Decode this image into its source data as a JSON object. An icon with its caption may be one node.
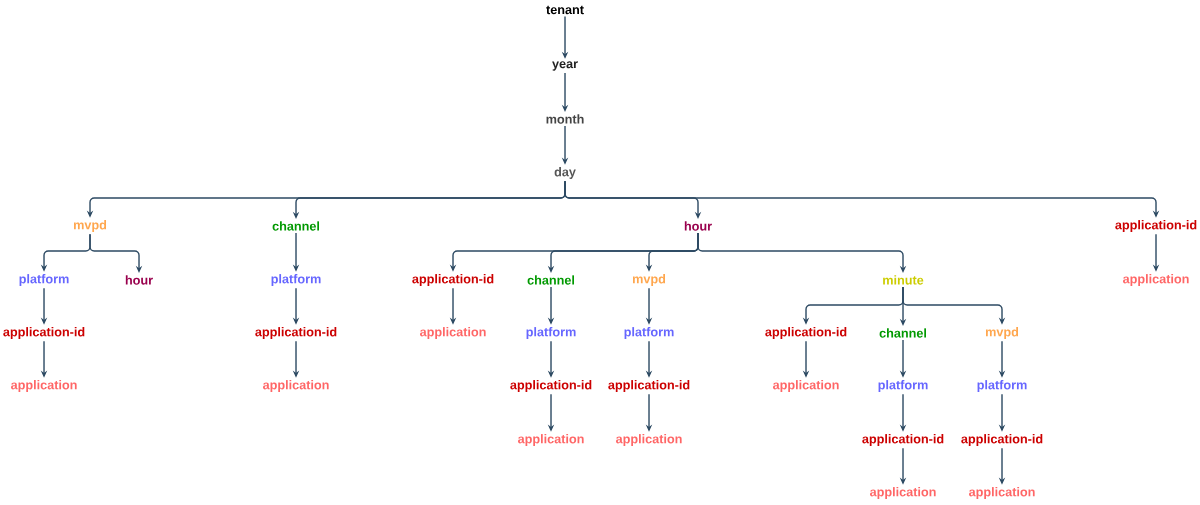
{
  "diagram": {
    "nodes": [
      {
        "text": [
          "tenant"
        ]
      },
      {
        "text": [
          "year"
        ]
      },
      {
        "text": [
          "month"
        ]
      },
      {
        "text": [
          "day"
        ]
      },
      {
        "text": [
          "mvpd"
        ]
      },
      {
        "text": [
          "channel"
        ]
      },
      {
        "text": [
          "hour"
        ]
      },
      {
        "text": [
          "application-id"
        ]
      },
      {
        "text": [
          "platform"
        ]
      },
      {
        "text": [
          "hour"
        ]
      },
      {
        "text": [
          "platform"
        ]
      },
      {
        "text": [
          "application-id"
        ]
      },
      {
        "text": [
          "channel"
        ]
      },
      {
        "text": [
          "mvpd"
        ]
      },
      {
        "text": [
          "minute"
        ]
      },
      {
        "text": [
          "application"
        ]
      },
      {
        "text": [
          "application-id"
        ]
      },
      {
        "text": [
          "application-id"
        ]
      },
      {
        "text": [
          "application"
        ]
      },
      {
        "text": [
          "platform"
        ]
      },
      {
        "text": [
          "platform"
        ]
      },
      {
        "text": [
          "application-id"
        ]
      },
      {
        "text": [
          "channel"
        ]
      },
      {
        "text": [
          "mvpd"
        ]
      },
      {
        "text": [
          "application"
        ]
      },
      {
        "text": [
          "application"
        ]
      },
      {
        "text": [
          "application-id"
        ]
      },
      {
        "text": [
          "application-id"
        ]
      },
      {
        "text": [
          "application"
        ]
      },
      {
        "text": [
          "platform"
        ]
      },
      {
        "text": [
          "platform"
        ]
      },
      {
        "text": [
          "application"
        ]
      },
      {
        "text": [
          "application"
        ]
      },
      {
        "text": [
          "application-id"
        ]
      },
      {
        "text": [
          "application-id"
        ]
      },
      {
        "text": [
          "application"
        ]
      },
      {
        "text": [
          "application"
        ]
      }
    ],
    "edges": [
      {
        "from": 0,
        "to": 1,
        "arrow": "to"
      },
      {
        "from": 1,
        "to": 2,
        "arrow": "to"
      },
      {
        "from": 2,
        "to": 3,
        "arrow": "to"
      },
      {
        "from": 3,
        "to": 4,
        "arrow": "to"
      },
      {
        "from": 3,
        "to": 5,
        "arrow": "to"
      },
      {
        "from": 3,
        "to": 6,
        "arrow": "to"
      },
      {
        "from": 3,
        "to": 7,
        "arrow": "to"
      },
      {
        "from": 4,
        "to": 8,
        "arrow": "to"
      },
      {
        "from": 4,
        "to": 9,
        "arrow": "to"
      },
      {
        "from": 5,
        "to": 10,
        "arrow": "to"
      },
      {
        "from": 6,
        "to": 11,
        "arrow": "to"
      },
      {
        "from": 6,
        "to": 12,
        "arrow": "to"
      },
      {
        "from": 6,
        "to": 13,
        "arrow": "to"
      },
      {
        "from": 6,
        "to": 14,
        "arrow": "to"
      },
      {
        "from": 7,
        "to": 15,
        "arrow": "to"
      },
      {
        "from": 8,
        "to": 16,
        "arrow": "to"
      },
      {
        "from": 10,
        "to": 17,
        "arrow": "to"
      },
      {
        "from": 11,
        "to": 18,
        "arrow": "to"
      },
      {
        "from": 12,
        "to": 19,
        "arrow": "to"
      },
      {
        "from": 13,
        "to": 20,
        "arrow": "to"
      },
      {
        "from": 14,
        "to": 21,
        "arrow": "to"
      },
      {
        "from": 14,
        "to": 22,
        "arrow": "to"
      },
      {
        "from": 14,
        "to": 23,
        "arrow": "to"
      },
      {
        "from": 16,
        "to": 24,
        "arrow": "to"
      },
      {
        "from": 17,
        "to": 25,
        "arrow": "to"
      },
      {
        "from": 19,
        "to": 26,
        "arrow": "to"
      },
      {
        "from": 20,
        "to": 27,
        "arrow": "to"
      },
      {
        "from": 21,
        "to": 28,
        "arrow": "to"
      },
      {
        "from": 22,
        "to": 29,
        "arrow": "to"
      },
      {
        "from": 23,
        "to": 30,
        "arrow": "to"
      },
      {
        "from": 26,
        "to": 31,
        "arrow": "to"
      },
      {
        "from": 27,
        "to": 32,
        "arrow": "to"
      },
      {
        "from": 29,
        "to": 33,
        "arrow": "to"
      },
      {
        "from": 30,
        "to": 34,
        "arrow": "to"
      },
      {
        "from": 33,
        "to": 35,
        "arrow": "to"
      },
      {
        "from": 34,
        "to": 36,
        "arrow": "to"
      }
    ]
  }
}
